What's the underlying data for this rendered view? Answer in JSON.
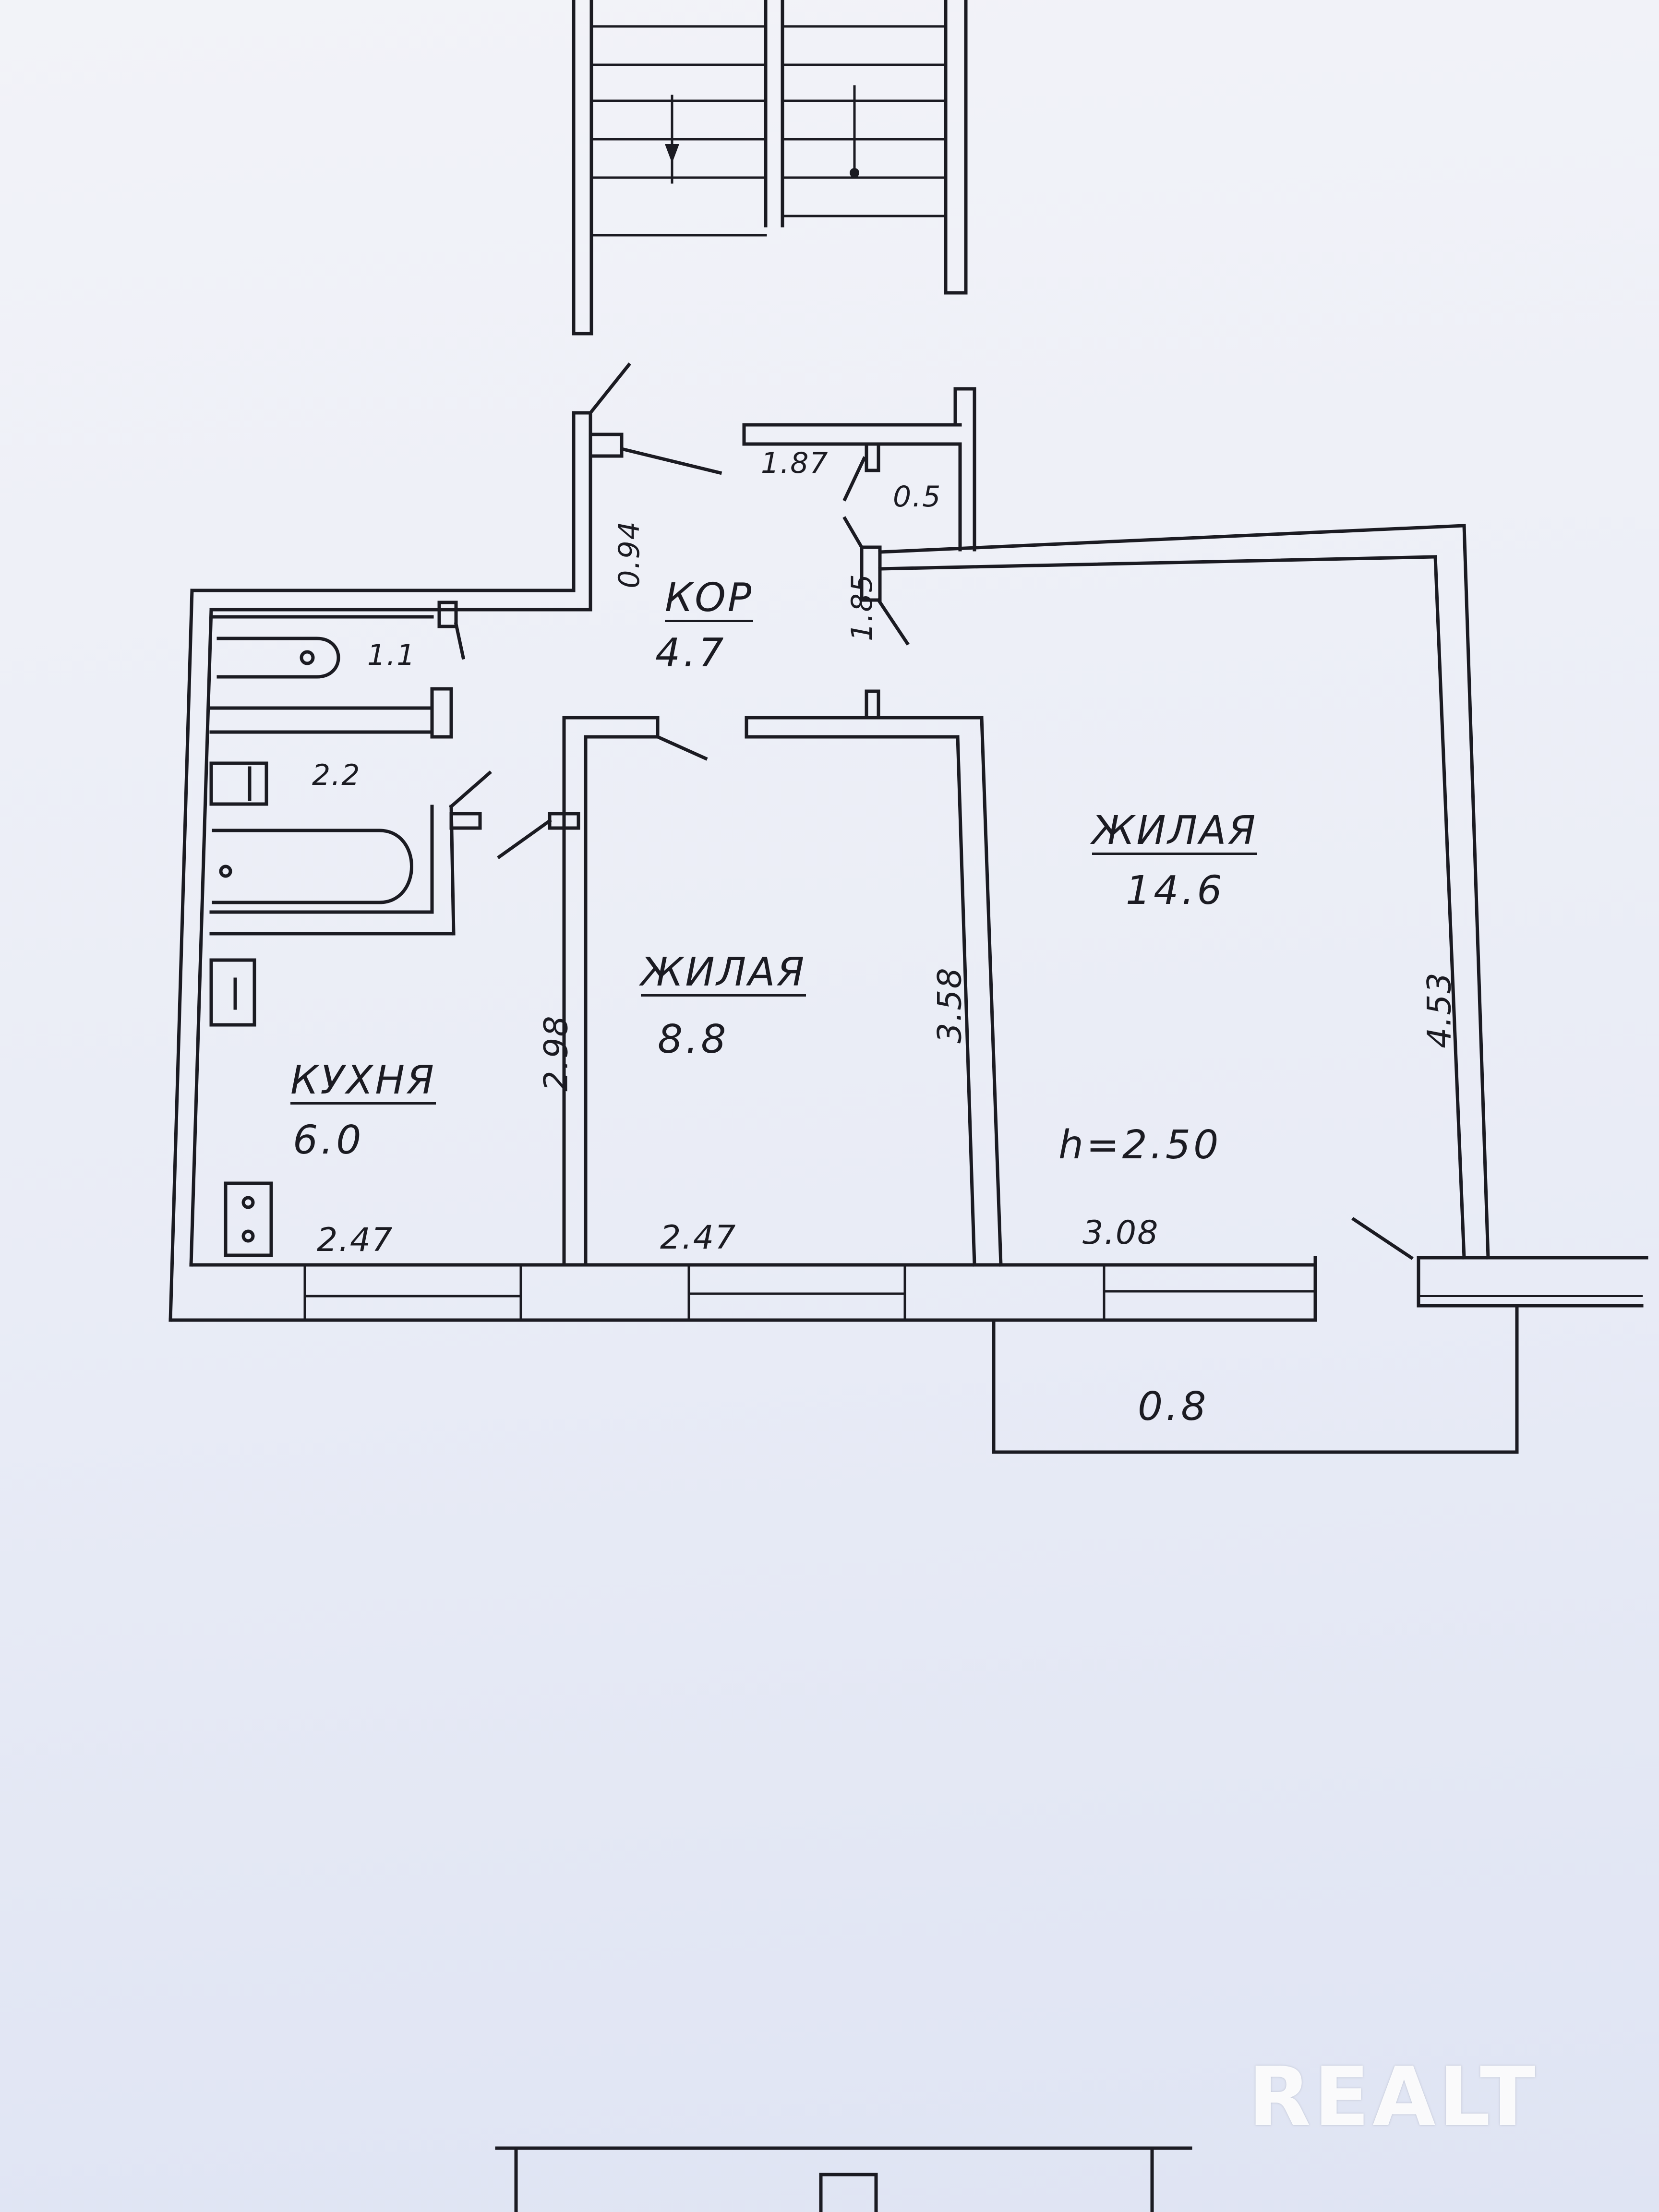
{
  "rooms": {
    "corridor": {
      "name": "КОР",
      "area": "4.7"
    },
    "living_small": {
      "name": "ЖИЛАЯ",
      "area": "8.8"
    },
    "living_large": {
      "name": "ЖИЛАЯ",
      "area": "14.6"
    },
    "kitchen": {
      "name": "КУХНЯ",
      "area": "6.0"
    }
  },
  "dimensions": {
    "corridor_width": "1.87",
    "closet_depth": "0.5",
    "corridor_left": "0.94",
    "corridor_right": "1.85",
    "wc_area": "1.1",
    "bath_area": "2.2",
    "kitchen_height": "2.98",
    "small_room_height": "3.58",
    "large_room_height": "4.53",
    "kitchen_width": "2.47",
    "small_room_width": "2.47",
    "large_room_width": "3.08",
    "ceiling_height": "h=2.50",
    "balcony_depth": "0.8"
  },
  "watermark": "REALT",
  "colors": {
    "ink": "#1b1b22",
    "paper": "#eaedf7"
  }
}
